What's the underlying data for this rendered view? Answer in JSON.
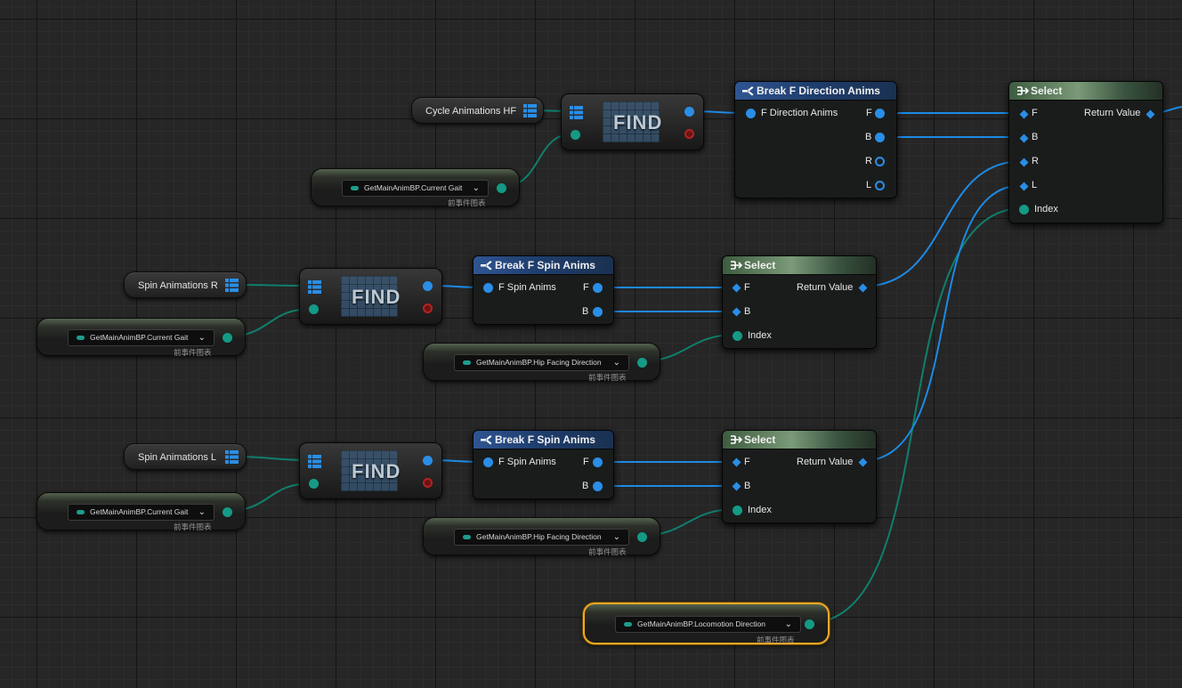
{
  "colors": {
    "wire_struct": "#1d8ae4",
    "wire_byte": "#107f6c",
    "selection": "#f0a825",
    "header_blue": "#2f5592",
    "header_green": "#5d7c5d"
  },
  "icons": {
    "array": "array-icon",
    "break_struct": "break-struct-icon",
    "select": "select-icon",
    "dropdown": "chevron-down-icon"
  },
  "variables": {
    "cycle_animations_hf": "Cycle Animations HF",
    "spin_animations_r": "Spin Animations R",
    "spin_animations_l": "Spin Animations L"
  },
  "getters": {
    "current_gait": "GetMainAnimBP.Current Gait",
    "hip_facing_direction": "GetMainAnimBP.Hip Facing Direction",
    "locomotion_direction": "GetMainAnimBP.Locomotion Direction",
    "context_label": "前事件图表"
  },
  "find": {
    "label": "FIND"
  },
  "break_direction": {
    "title": "Break F Direction Anims",
    "input": "F Direction Anims",
    "outputs": [
      "F",
      "B",
      "R",
      "L"
    ]
  },
  "break_spin": {
    "title": "Break F Spin Anims",
    "input": "F Spin Anims",
    "outputs": [
      "F",
      "B"
    ]
  },
  "select": {
    "title": "Select",
    "return": "Return Value",
    "index": "Index",
    "options_main": [
      "F",
      "B",
      "R",
      "L"
    ],
    "options_spin": [
      "F",
      "B"
    ]
  }
}
